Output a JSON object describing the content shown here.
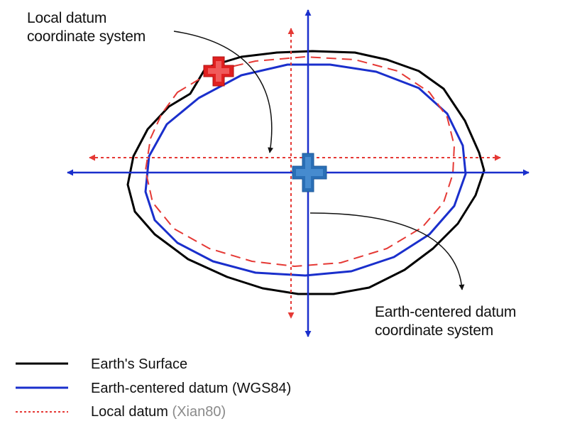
{
  "labels": {
    "local_line1": "Local datum",
    "local_line2": "coordinate system",
    "earth_line1": "Earth-centered datum",
    "earth_line2": "coordinate system"
  },
  "legend": {
    "surface": "Earth's Surface",
    "wgs_main": "Earth-centered datum",
    "wgs_sub": "(WGS84)",
    "local_main": "Local datum",
    "local_sub": "(Xian80)"
  },
  "colors": {
    "surface": "#000000",
    "earth_centered": "#1a2fcc",
    "local": "#e53935",
    "local_origin_marker": "#e02020",
    "earth_origin_marker": "#2a6fb6"
  },
  "icons": {
    "local_origin": "plus-icon",
    "earth_origin": "plus-icon"
  }
}
